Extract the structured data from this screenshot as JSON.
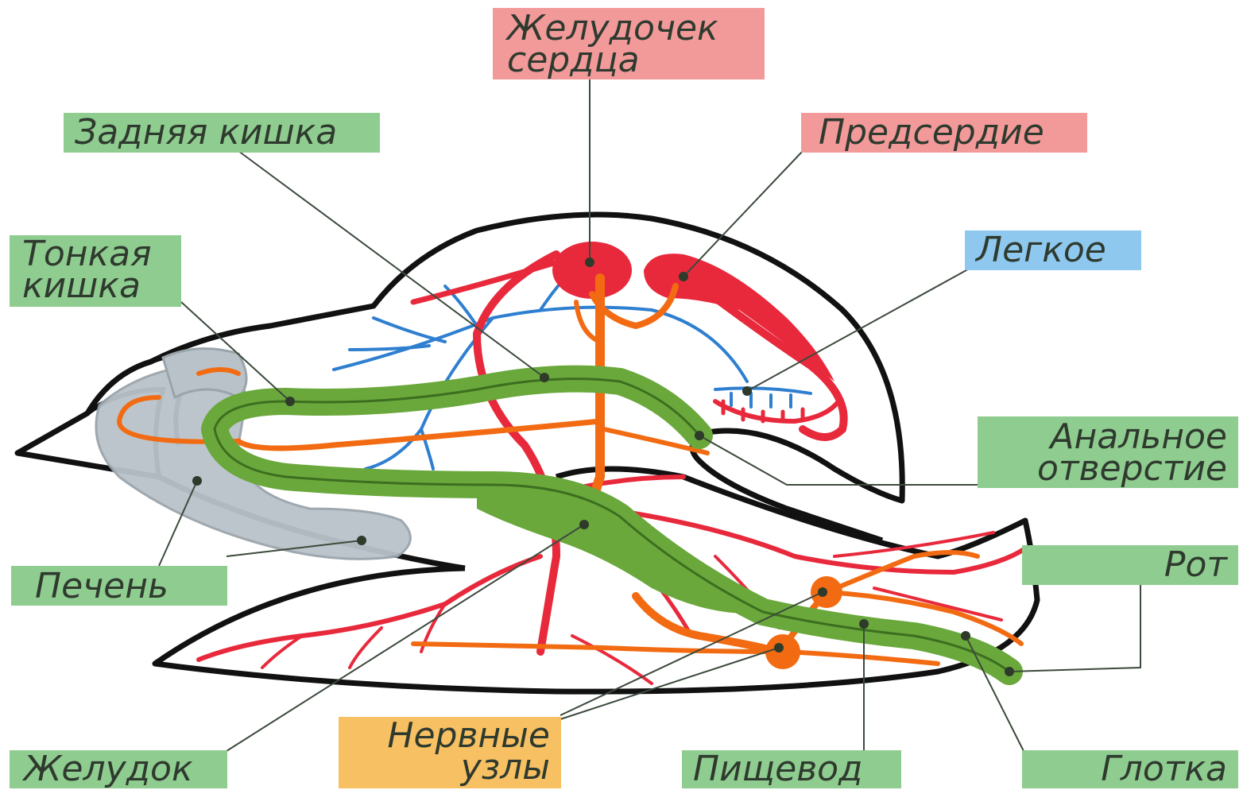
{
  "labels": {
    "ventricle": {
      "line1": "Желудочек",
      "line2": "сердца"
    },
    "hindgut": "Задняя кишка",
    "atrium": "Предсердие",
    "small_intestine": {
      "line1": "Тонкая",
      "line2": "кишка"
    },
    "lung": "Легкое",
    "anus": {
      "line1": "Анальное",
      "line2": "отверстие"
    },
    "mouth": "Рот",
    "liver": "Печень",
    "stomach": "Желудок",
    "ganglia": {
      "line1": "Нервные",
      "line2": "узлы"
    },
    "esophagus": "Пищевод",
    "pharynx": "Глотка"
  },
  "colors": {
    "digestive": "#6aa83c",
    "circulatory": "#e8293c",
    "respiratory": "#2f7fd0",
    "nervous": "#f26b12",
    "liver": "#b9c2c9",
    "label_green": "#8fcc8f",
    "label_red": "#f29a9a",
    "label_blue": "#8ec8ef",
    "label_yellow": "#f7c163"
  }
}
